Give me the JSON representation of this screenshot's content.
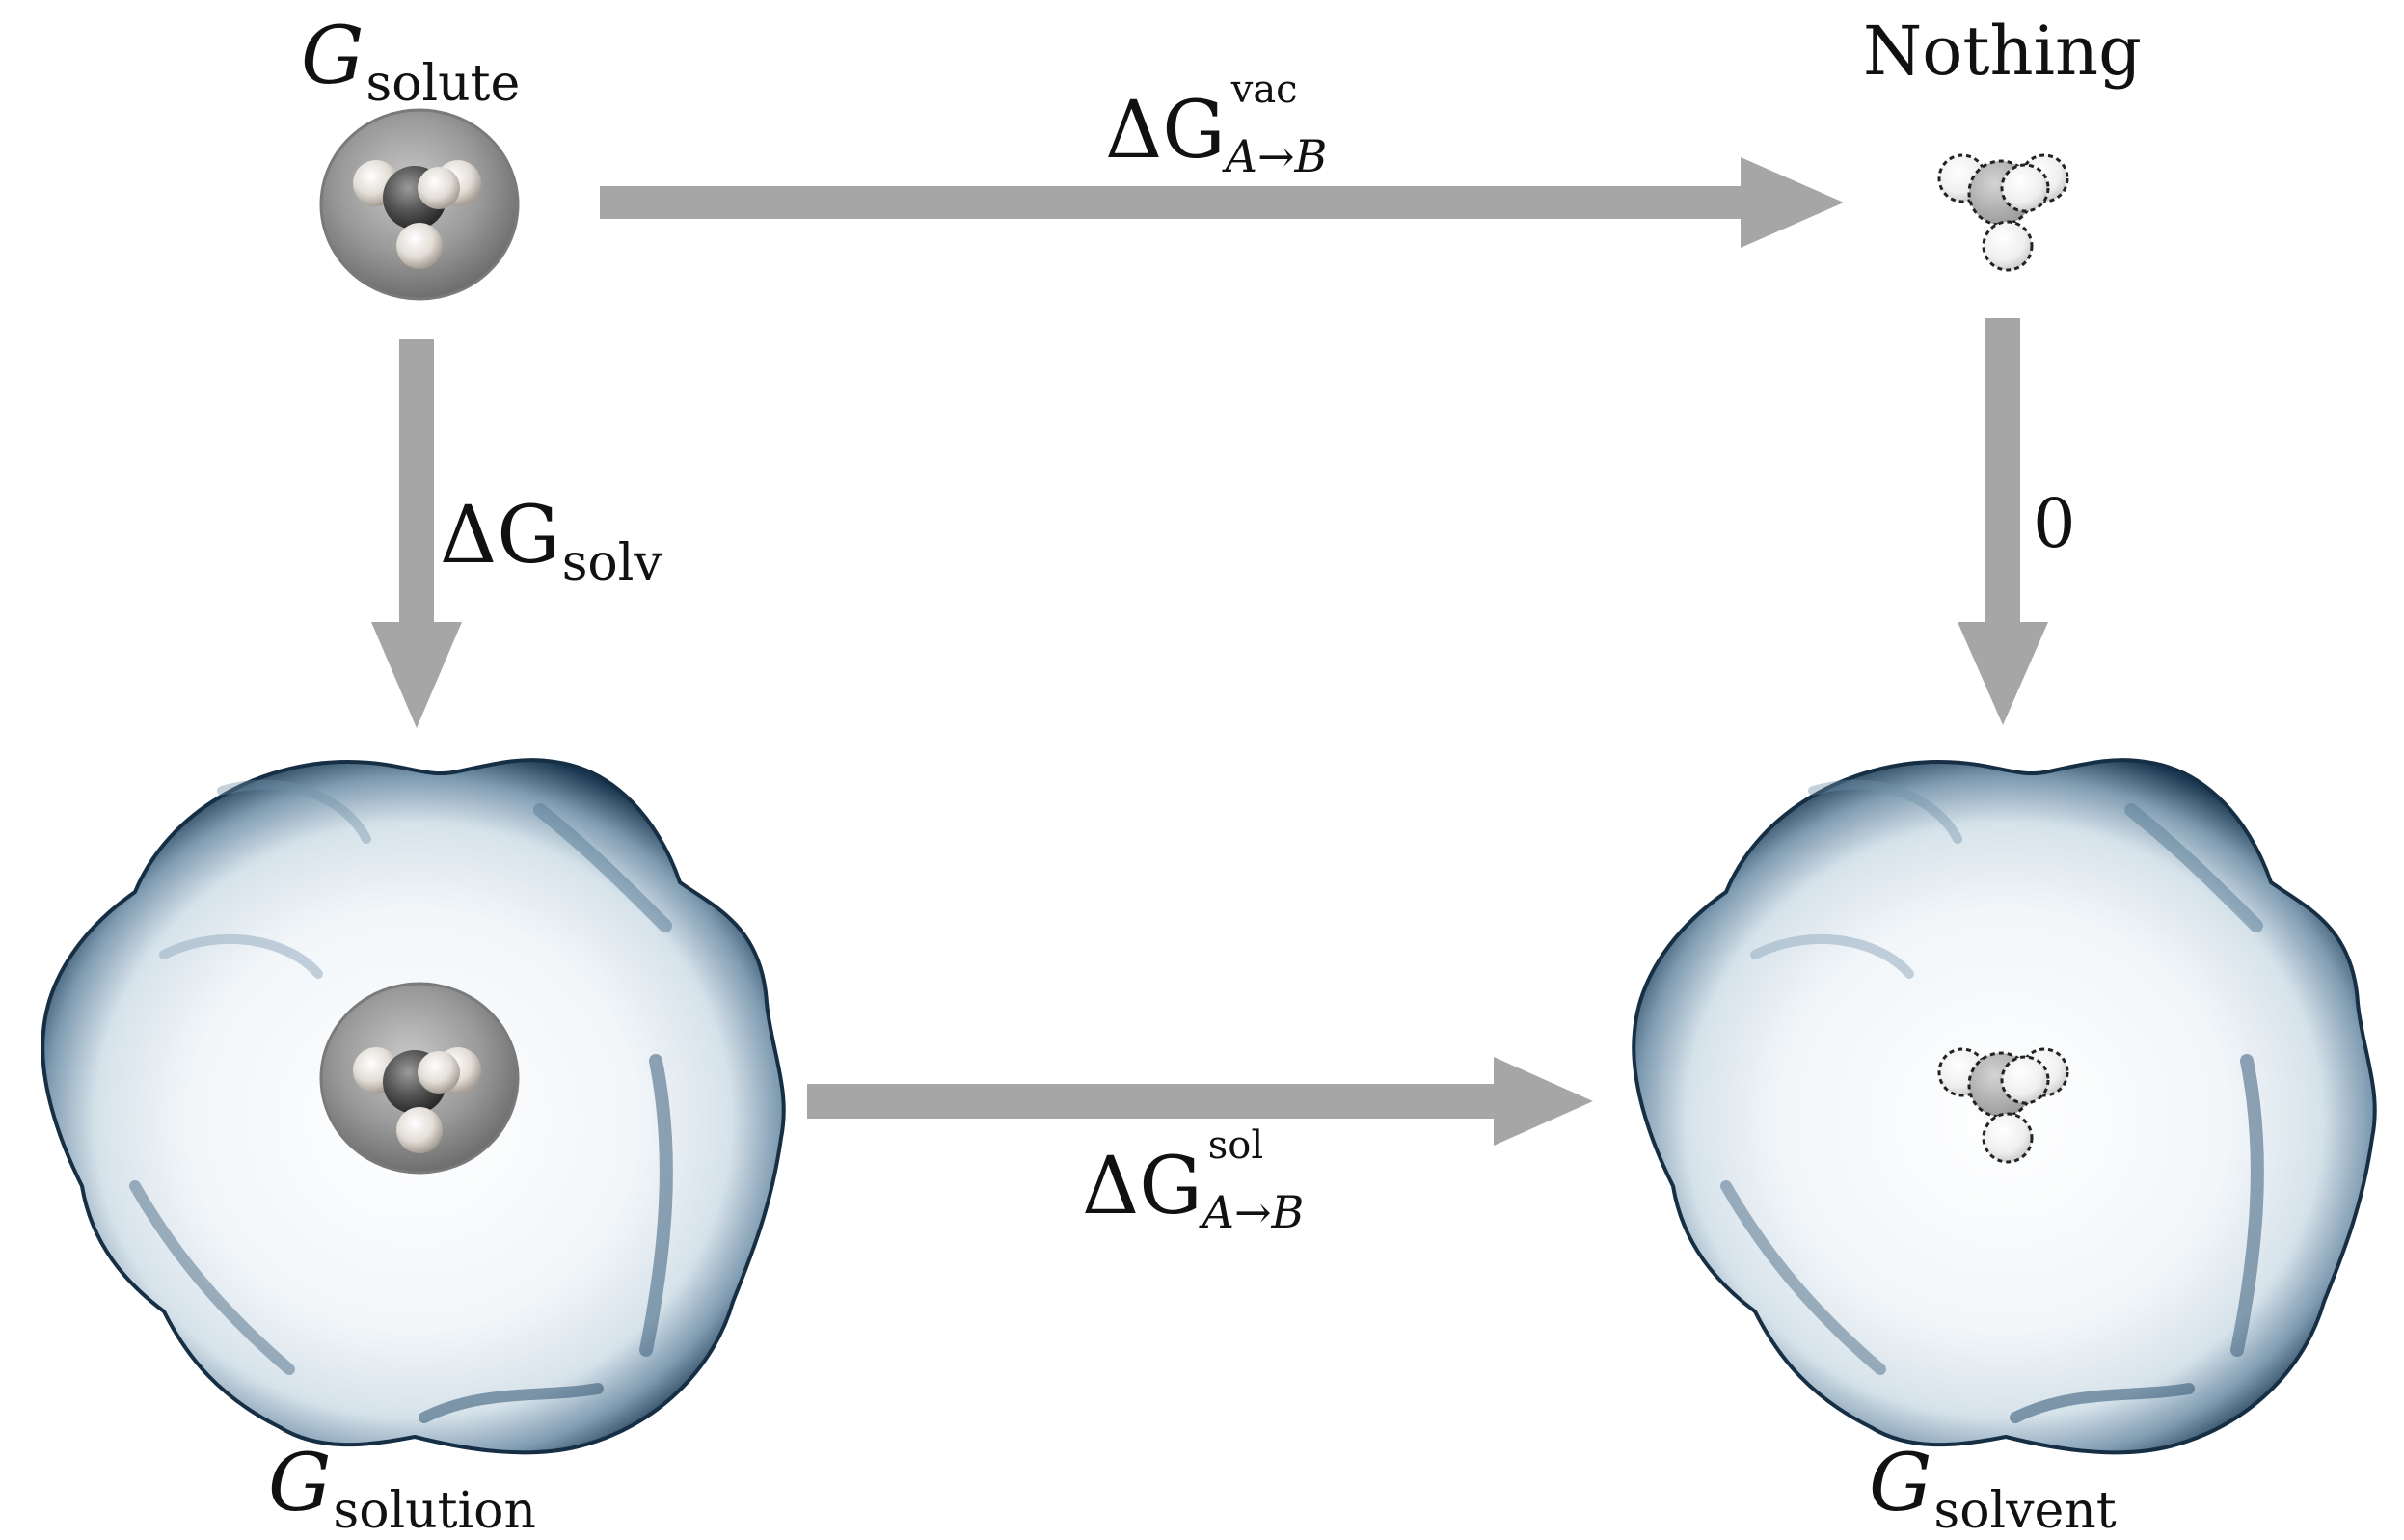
{
  "labels": {
    "solute_symbol": "G",
    "solute_sub": "solute",
    "nothing": "Nothing",
    "vac_delta": "ΔG",
    "vac_sup": "vac",
    "vac_sub": "A→B",
    "solv_delta": "ΔG",
    "solv_sub": "solv",
    "zero": "0",
    "sol_delta": "ΔG",
    "sol_sup": "sol",
    "sol_sub": "A→B",
    "solution_symbol": "G",
    "solution_sub": "solution",
    "solvent_symbol": "G",
    "solvent_sub": "solvent"
  },
  "colors": {
    "arrow": "#a6a6a6",
    "cavity_edge": "#1d3b55",
    "cavity_fill": "#f4f8fb",
    "solute_shell": "#8a8a8a",
    "carbon": "#4a4a4a",
    "hydrogen": "#e8e4df"
  }
}
